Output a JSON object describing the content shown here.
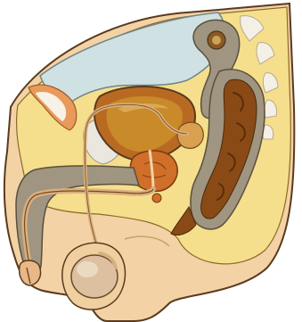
{
  "diagram": {
    "labels": [],
    "parts": [
      "skin-outline",
      "pelvic-fat-tissue",
      "abdominal-cavity",
      "pubic-bone",
      "vertebrae",
      "bladder",
      "prostate",
      "seminal-vesicle",
      "vas-deferens",
      "urethra",
      "penis",
      "corpus-cavernosum",
      "testis",
      "scrotum",
      "rectum",
      "sigmoid-colon"
    ],
    "colors": {
      "skin": "#f3d3a6",
      "fat": "#f5df8c",
      "cavity": "#cfe1e3",
      "bone": "#f4f0e6",
      "organ_brown": "#b96a22",
      "bladder_fill": "#c98a2a",
      "prostate": "#cf6f2a",
      "rectum_dark": "#8a4a16",
      "tube": "#d8b07f",
      "grey_tissue": "#9f9580",
      "outline": "#5b3a1e"
    }
  }
}
